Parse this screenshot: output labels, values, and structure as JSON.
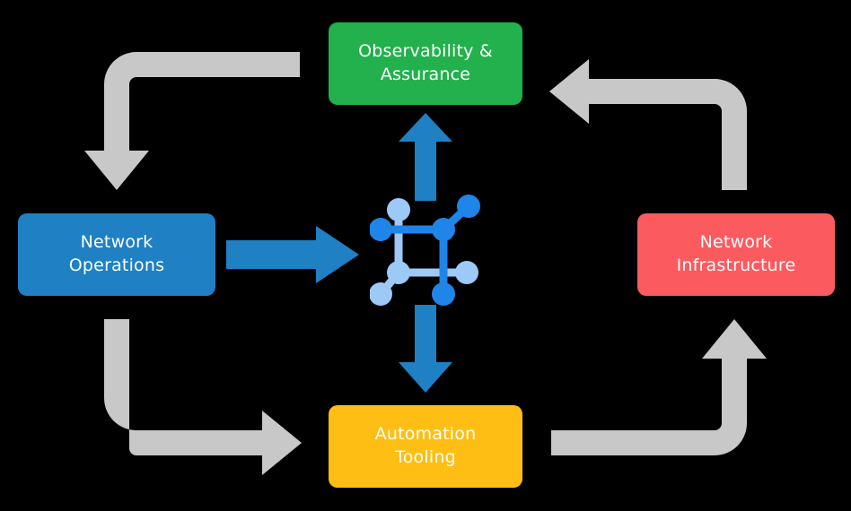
{
  "diagram": {
    "title": "Network automation lifecycle cycle diagram",
    "background_color": "#000000",
    "center": {
      "icon_name": "network-topology-icon",
      "primary_color": "#1f85e8",
      "secondary_color": "#9dc9f7"
    },
    "nodes": [
      {
        "id": "observability",
        "label": "Observability &\nAssurance",
        "color": "#22b14c",
        "position": "top"
      },
      {
        "id": "operations",
        "label": "Network\nOperations",
        "color": "#1f80c4",
        "position": "left"
      },
      {
        "id": "infrastructure",
        "label": "Network\nInfrastructure",
        "color": "#fb5a5f",
        "position": "right"
      },
      {
        "id": "automation",
        "label": "Automation\nTooling",
        "color": "#ffbe14",
        "position": "bottom"
      }
    ],
    "arrows": {
      "accent_color": "#1f80c4",
      "cycle_color": "#c8c8c8",
      "center_arrows": [
        {
          "id": "center-up-arrow",
          "from": "center",
          "to": "observability",
          "direction": "up"
        },
        {
          "id": "center-down-arrow",
          "from": "center",
          "to": "automation",
          "direction": "down"
        },
        {
          "id": "operations-to-center-arrow",
          "from": "operations",
          "to": "center",
          "direction": "right"
        }
      ],
      "cycle_arrows": [
        {
          "id": "observability-to-operations-arrow",
          "from": "observability",
          "to": "operations",
          "shape": "elbow-left-down"
        },
        {
          "id": "operations-to-automation-arrow",
          "from": "operations",
          "to": "automation",
          "shape": "elbow-down-right"
        },
        {
          "id": "automation-to-infrastructure-arrow",
          "from": "automation",
          "to": "infrastructure",
          "shape": "elbow-right-up"
        },
        {
          "id": "infrastructure-to-observability-arrow",
          "from": "infrastructure",
          "to": "observability",
          "shape": "elbow-up-left"
        }
      ]
    }
  }
}
